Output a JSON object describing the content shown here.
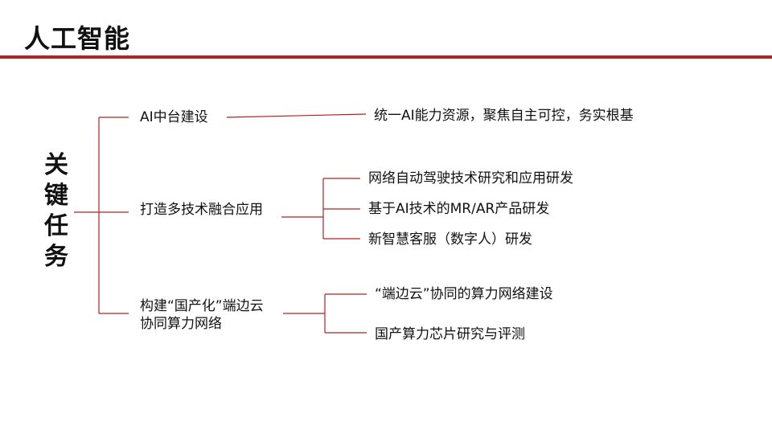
{
  "slide": {
    "title": "人工智能",
    "root_chars": [
      "关",
      "键",
      "任",
      "务"
    ]
  },
  "tasks": [
    {
      "label": "AI中台建设",
      "items": [
        "统一AI能力资源，聚焦自主可控，务实根基"
      ]
    },
    {
      "label": "打造多技术融合应用",
      "items": [
        "网络自动驾驶技术研究和应用研发",
        "基于AI技术的MR/AR产品研发",
        "新智慧客服（数字人）研发"
      ]
    },
    {
      "label": "构建“国产化”端边云协同算力网络",
      "items": [
        "“端边云”协同的算力网络建设",
        "国产算力芯片研究与评测"
      ]
    }
  ],
  "colors": {
    "accent": "#b52024",
    "connector": "#b52024",
    "text": "#111111"
  }
}
